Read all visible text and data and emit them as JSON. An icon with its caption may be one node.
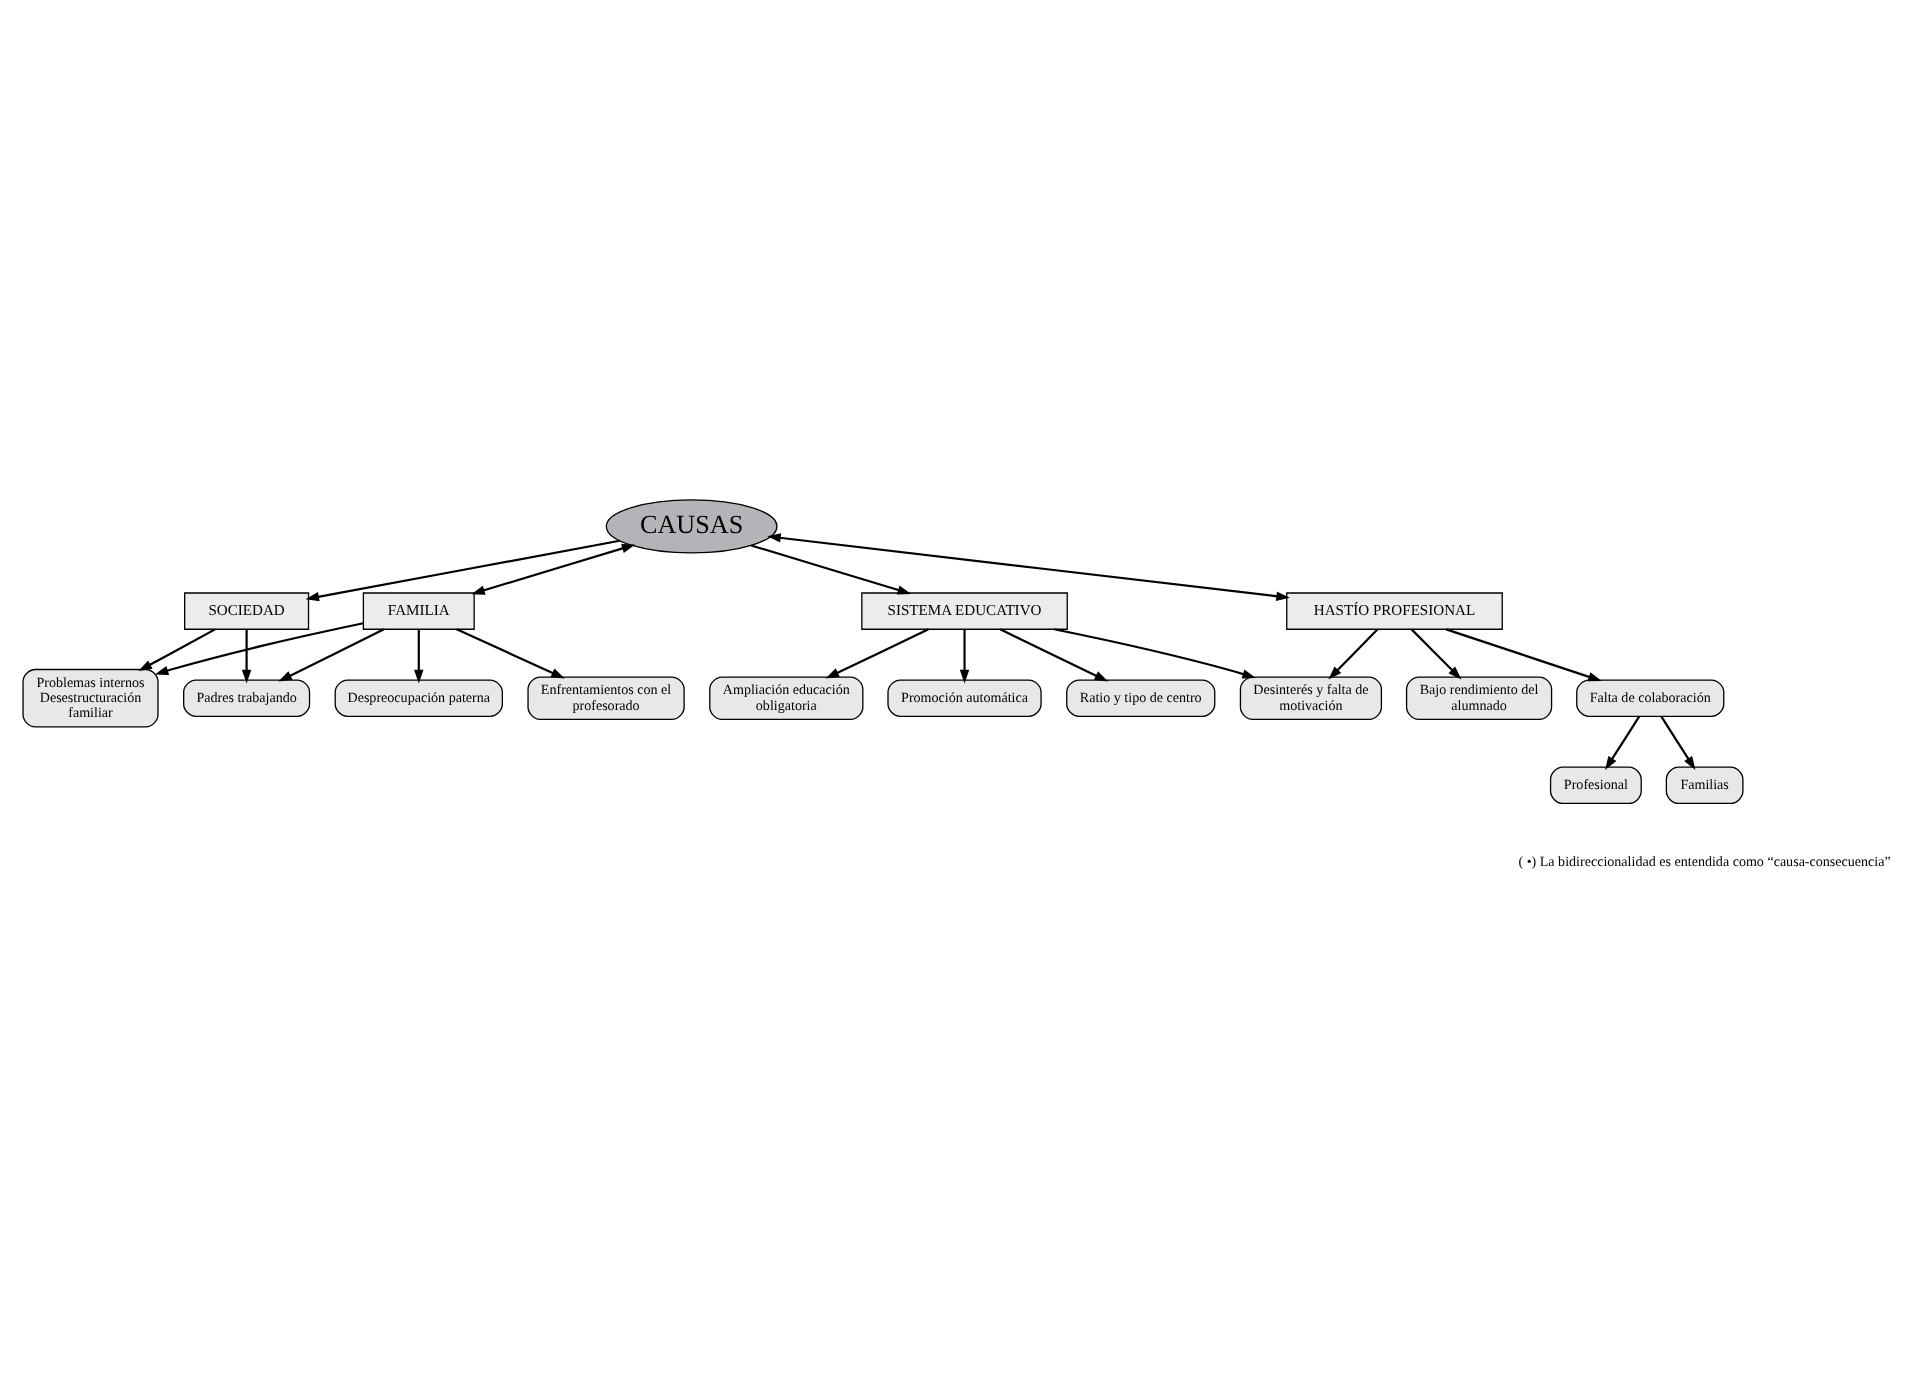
{
  "diagram": {
    "nodes": [
      {
        "text": [
          "Problemas internos Desestructuración familiar"
        ]
      },
      {
        "text": [
          "Despreocupación paterna"
        ]
      },
      {
        "text": [
          "Padres trabajando"
        ]
      },
      {
        "text": [
          "Enfrentamientos con el profesorado"
        ]
      },
      {
        "text": [
          "SOCIEDAD"
        ]
      },
      {
        "text": [
          "FAMILIA"
        ]
      },
      {
        "text": [
          "CAUSAS"
        ]
      },
      {
        "text": [
          "Ampliación educación obligatoria"
        ]
      },
      {
        "text": [
          "Bajo rendimiento del alumnado"
        ]
      },
      {
        "text": [
          "Promoción automática"
        ]
      },
      {
        "text": [
          "SISTEMA EDUCATIVO"
        ]
      },
      {
        "text": [
          "HASTÍO PROFESIONAL"
        ]
      },
      {
        "text": [
          "Desinterés y falta de motivación"
        ]
      },
      {
        "text": [
          "Falta de colaboración"
        ]
      },
      {
        "text": [
          "Ratio y tipo de centro"
        ]
      },
      {
        "text": [
          "Profesional"
        ]
      },
      {
        "text": [
          "Familias"
        ]
      }
    ],
    "edges": [
      {
        "from": 4,
        "to": 0,
        "arrow": "to"
      },
      {
        "from": 4,
        "to": 2,
        "arrow": "to"
      },
      {
        "from": 5,
        "to": 0,
        "arrow": "to"
      },
      {
        "from": 5,
        "to": 1,
        "arrow": "to"
      },
      {
        "from": 5,
        "to": 2,
        "arrow": "to"
      },
      {
        "from": 5,
        "to": 3,
        "arrow": "to"
      },
      {
        "from": 6,
        "to": 4,
        "arrow": "to"
      },
      {
        "from": 6,
        "to": 5,
        "arrow": "both"
      },
      {
        "from": 6,
        "to": 11,
        "arrow": "both"
      },
      {
        "from": 6,
        "to": 10,
        "arrow": "to"
      },
      {
        "from": 10,
        "to": 7,
        "arrow": "to"
      },
      {
        "from": 10,
        "to": 9,
        "arrow": "to"
      },
      {
        "from": 10,
        "to": 12,
        "arrow": "to"
      },
      {
        "from": 10,
        "to": 14,
        "arrow": "to"
      },
      {
        "from": 11,
        "to": 8,
        "arrow": "to"
      },
      {
        "from": 11,
        "to": 12,
        "arrow": "to"
      },
      {
        "from": 11,
        "to": 13,
        "arrow": "to"
      },
      {
        "from": 13,
        "to": 16,
        "arrow": "to"
      },
      {
        "from": 13,
        "to": 15,
        "arrow": "to"
      }
    ],
    "labels": [
      "( •) La bidireccionalidad es entendida como “causa-consecuencia”"
    ]
  }
}
